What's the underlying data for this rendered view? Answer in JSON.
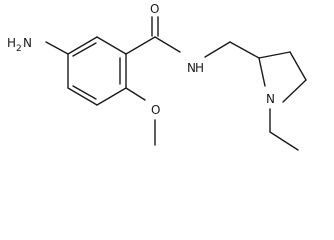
{
  "molecule": {
    "atoms": {
      "carbonyl_oxygen": "O",
      "amide_nitrogen": "N",
      "amide_hydrogen": "H",
      "amino_group_main": "H",
      "amino_group_sub": "2",
      "amino_group_n": "N",
      "methoxy_oxygen": "O",
      "ring_nitrogen": "N"
    }
  }
}
